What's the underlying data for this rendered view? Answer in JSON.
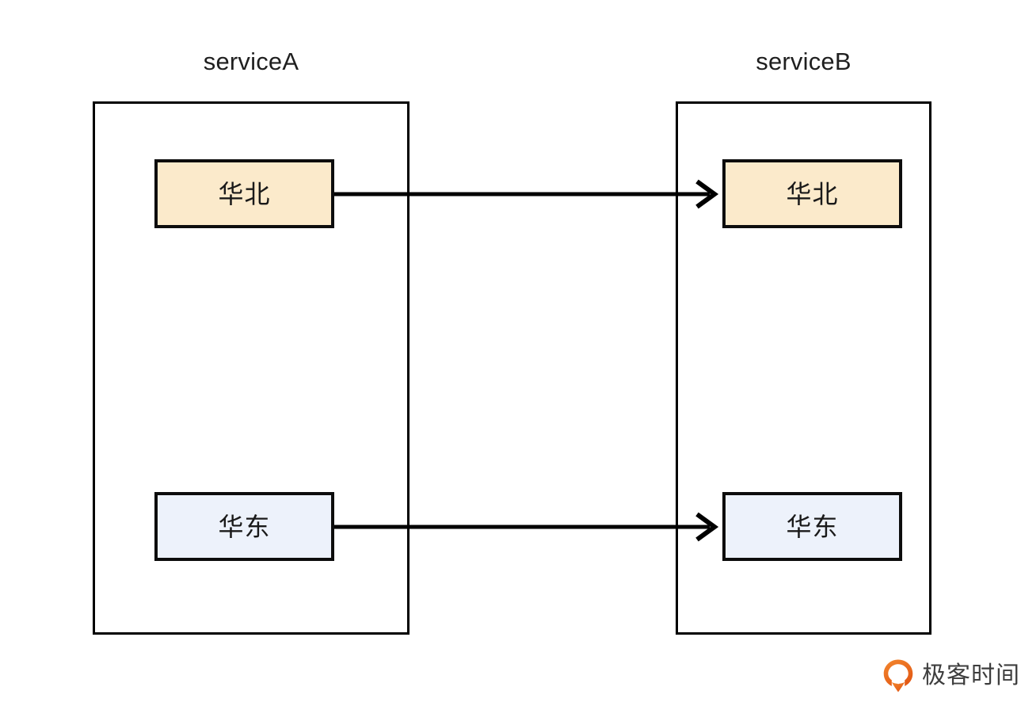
{
  "diagram": {
    "type": "service-region-mapping",
    "background_color": "#ffffff",
    "services": [
      {
        "id": "serviceA",
        "title": "serviceA",
        "border_color": "#000000",
        "regions": [
          {
            "id": "a-north",
            "label": "华北",
            "fill_color": "#fbeacb",
            "border_color": "#0d0d0d"
          },
          {
            "id": "a-east",
            "label": "华东",
            "fill_color": "#edf2fb",
            "border_color": "#0d0d0d"
          }
        ]
      },
      {
        "id": "serviceB",
        "title": "serviceB",
        "border_color": "#000000",
        "regions": [
          {
            "id": "b-north",
            "label": "华北",
            "fill_color": "#fbeacb",
            "border_color": "#0d0d0d"
          },
          {
            "id": "b-east",
            "label": "华东",
            "fill_color": "#edf2fb",
            "border_color": "#0d0d0d"
          }
        ]
      }
    ],
    "connections": [
      {
        "id": "north-link",
        "from": "a-north",
        "to": "b-north",
        "style": "solid",
        "arrowhead": "open",
        "color": "#000000"
      },
      {
        "id": "east-link",
        "from": "a-east",
        "to": "b-east",
        "style": "solid",
        "arrowhead": "open",
        "color": "#000000"
      }
    ]
  },
  "watermark": {
    "text": "极客时间",
    "mark_icon": "geektime-logo-icon",
    "mark_color_start": "#f07d28",
    "mark_color_end": "#e25a18",
    "text_color": "#3e3e3e"
  }
}
